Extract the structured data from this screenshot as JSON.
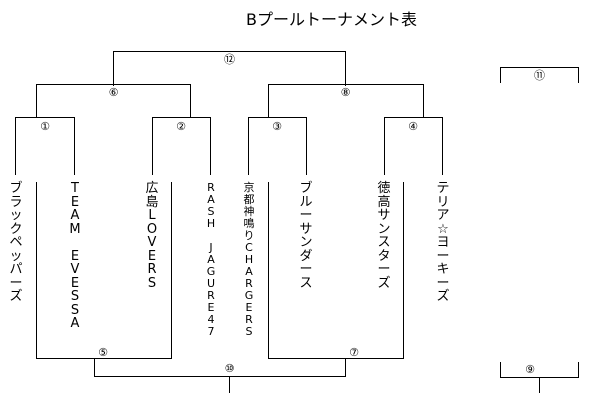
{
  "title": "Bプールトーナメント表",
  "matches": {
    "m1": "①",
    "m2": "②",
    "m3": "③",
    "m4": "④",
    "m5": "⑤",
    "m6": "⑥",
    "m7": "⑦",
    "m8": "⑧",
    "m9": "⑨",
    "m10": "⑩",
    "m11": "⑪",
    "m12": "⑫"
  },
  "teams": [
    "ブラックペッパーズ",
    "TEAM　EVESSA",
    "広島LOVERS",
    "RASH　JAGURE47",
    "京都神鳴りCHARGERS",
    "ブルーサンダース",
    "徳高サンスターズ",
    "テリア☆ヨーキーズ"
  ]
}
